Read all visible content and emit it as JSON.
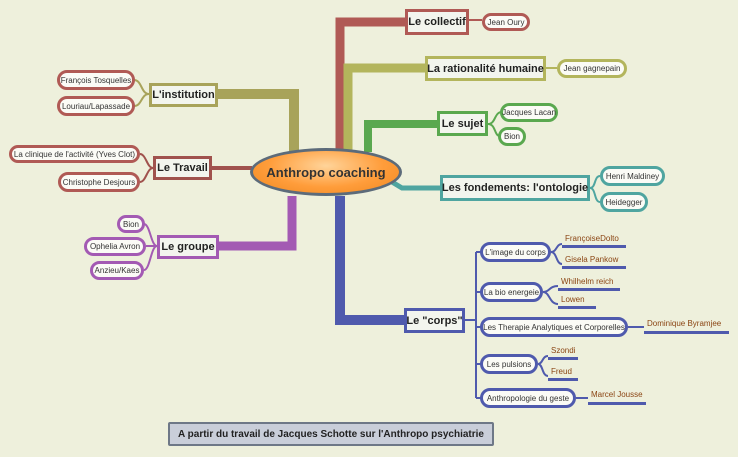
{
  "center": "Anthropo coaching",
  "collectif": {
    "label": "Le collectif",
    "children": [
      "Jean Oury"
    ]
  },
  "rationalite": {
    "label": "La rationalité humaine",
    "children": [
      "Jean gagnepain"
    ]
  },
  "sujet": {
    "label": "Le sujet",
    "children": [
      "Jacques Lacan",
      "Bion"
    ]
  },
  "fondements": {
    "label": "Les fondements: l'ontologie",
    "children": [
      "Henri Maldiney",
      "Heidegger"
    ]
  },
  "institution": {
    "label": "L'institution",
    "children": [
      "François Tosquelles",
      "Louriau/Lapassade"
    ]
  },
  "travail": {
    "label": "Le Travail",
    "children": [
      "La clinique de l'activité (Yves Clot)",
      "Christophe Desjours"
    ]
  },
  "groupe": {
    "label": "Le groupe",
    "children": [
      "Bion",
      "Ophelia Avron",
      "Anzieu/Kaes"
    ]
  },
  "corps": {
    "label": "Le \"corps\"",
    "items": [
      {
        "label": "L'image du corps",
        "children": [
          "FrançoiseDolto",
          "Gisela Pankow"
        ]
      },
      {
        "label": "La bio energeie",
        "children": [
          "Whilhelm reich",
          "Lowen"
        ]
      },
      {
        "label": "Les Therapie Analytiques et Corporelles",
        "children": [
          "Dominique Byramjee"
        ]
      },
      {
        "label": "Les pulsions",
        "children": [
          "Szondi",
          "Freud"
        ]
      },
      {
        "label": "Anthropologie du geste",
        "children": [
          "Marcel Jousse"
        ]
      }
    ]
  },
  "footer": "A partir du travail de Jacques Schotte sur l'Anthropo psychiatrie",
  "colors": {
    "collectif": "#b05a55",
    "rationalite": "#b3b55c",
    "sujet": "#5aa84f",
    "fondements": "#4fa5a0",
    "institution": "#a8a35a",
    "travail": "#a0524d",
    "groupe": "#a35ab3",
    "corps": "#4f5aad"
  }
}
